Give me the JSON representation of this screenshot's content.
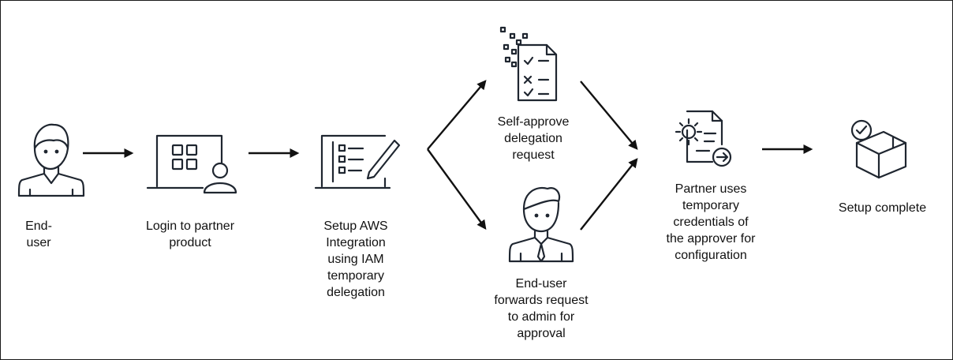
{
  "nodes": {
    "end_user": {
      "label": "End-\nuser",
      "icon": "user-icon"
    },
    "login": {
      "label": "Login to partner\nproduct",
      "icon": "laptop-user-icon"
    },
    "setup_integration": {
      "label": "Setup AWS\nIntegration\nusing IAM\ntemporary\ndelegation",
      "icon": "laptop-checklist-icon"
    },
    "self_approve": {
      "label": "Self-approve\ndelegation\nrequest",
      "icon": "checklist-document-icon"
    },
    "forward": {
      "label": "End-user\nforwards request\nto admin for\napproval",
      "icon": "admin-user-icon"
    },
    "partner_uses": {
      "label": "Partner uses\ntemporary\ncredentials of\nthe approver for\nconfiguration",
      "icon": "gear-document-icon"
    },
    "complete": {
      "label": "Setup complete",
      "icon": "box-check-icon"
    }
  },
  "colors": {
    "stroke": "#1f2630",
    "text": "#111111",
    "border": "#1a1a1a"
  }
}
